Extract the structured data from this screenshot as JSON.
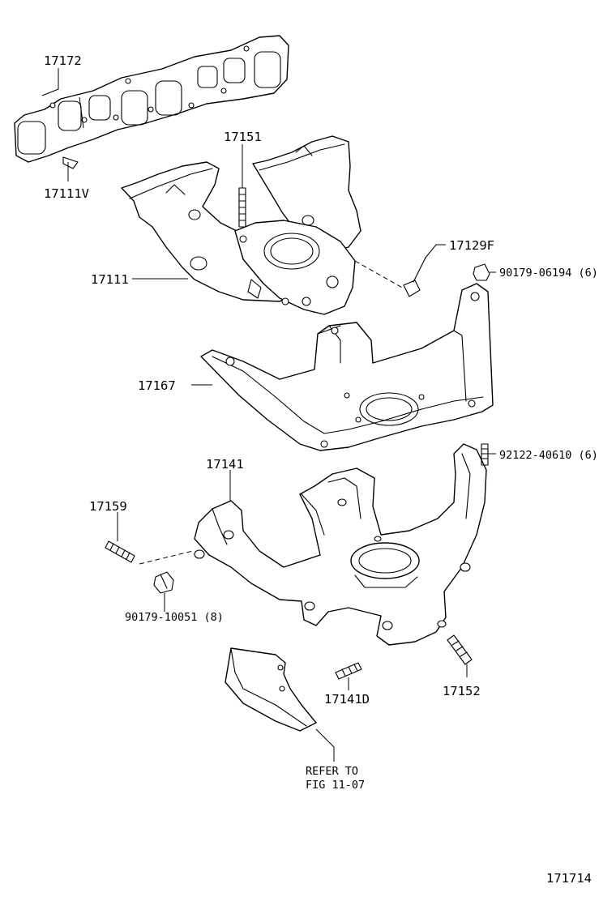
{
  "parts": {
    "gasket": "17172",
    "gasket_stud": "17111V",
    "intake_stud": "17151",
    "intake_manifold": "17111",
    "bolt_f": "17129F",
    "nut_top": "90179-06194 (6)",
    "heat_insulator": "17167",
    "exhaust_manifold": "17141",
    "stud_nut": "92122-40610 (6)",
    "stud_left": "17159",
    "nut_left": "90179-10051 (8)",
    "stud_d": "17141D",
    "stud_right": "17152"
  },
  "refer": {
    "line1": "REFER TO",
    "line2": "FIG 11-07"
  },
  "figure_number": "171714"
}
